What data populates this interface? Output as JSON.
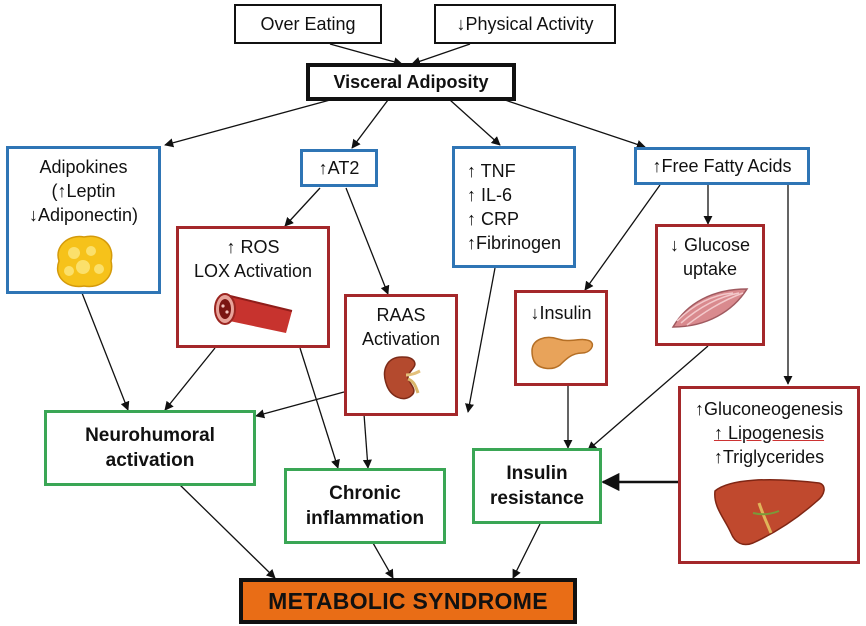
{
  "nodes": {
    "over_eating": "Over Eating",
    "physical_activity": "↓Physical Activity",
    "visceral_adiposity": "Visceral Adiposity",
    "adipokines": [
      "Adipokines",
      "(↑Leptin",
      "↓Adiponectin)"
    ],
    "at2": "↑AT2",
    "cytokines": [
      "↑ TNF",
      "↑ IL-6",
      "↑ CRP",
      "↑Fibrinogen"
    ],
    "free_fatty_acids": "↑Free Fatty Acids",
    "ros": [
      "↑ ROS",
      "LOX Activation"
    ],
    "raas": [
      "RAAS",
      "Activation"
    ],
    "insulin": "↓Insulin",
    "glucose": [
      "↓ Glucose",
      "uptake"
    ],
    "liver": [
      "↑Gluconeogenesis",
      "↑ Lipogenesis",
      "↑Triglycerides"
    ],
    "neurohumoral": [
      "Neurohumoral",
      "activation"
    ],
    "inflammation": [
      "Chronic",
      "inflammation"
    ],
    "insulin_resistance": [
      "Insulin",
      "resistance"
    ],
    "metabolic_syndrome": "METABOLIC SYNDROME"
  },
  "colors": {
    "black_border": "#111111",
    "blue_border": "#2f75b5",
    "red_border": "#a4282a",
    "green_border": "#3aa655",
    "orange_fill": "#e96d16"
  },
  "icons": [
    "adipose-tissue-icon",
    "blood-vessel-icon",
    "kidney-icon",
    "pancreas-icon",
    "muscle-icon",
    "liver-icon"
  ]
}
